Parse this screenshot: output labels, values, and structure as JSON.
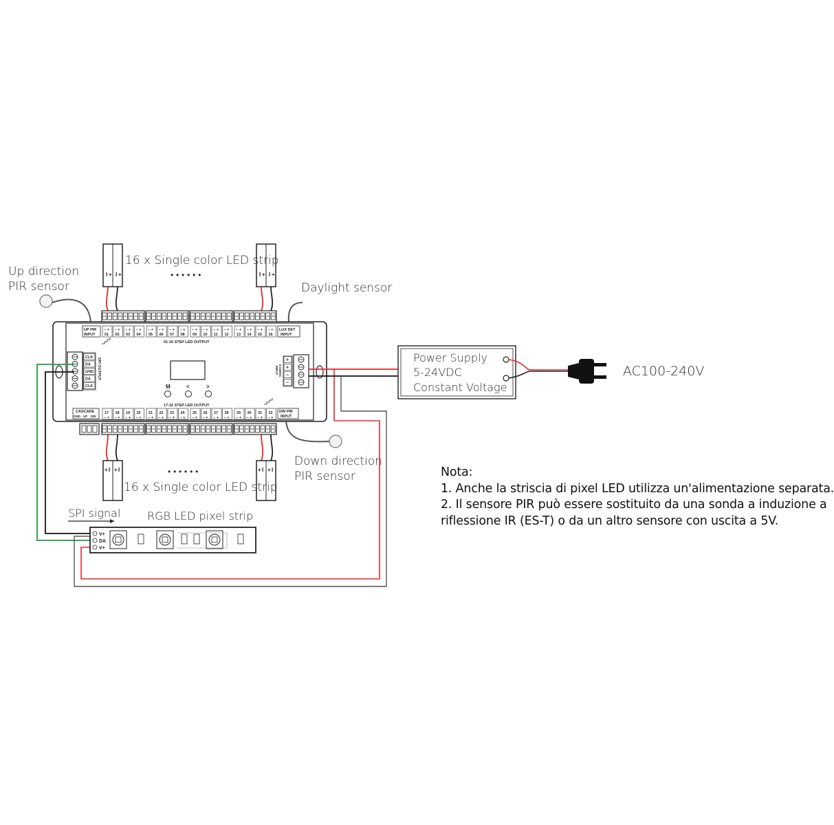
{
  "labels": {
    "up_pir": [
      "Up direction",
      "PIR sensor"
    ],
    "down_pir": [
      "Down direction",
      "PIR sensor"
    ],
    "daylight": "Daylight sensor",
    "strip_top": "16 x Single color LED strip",
    "strip_bottom": "16 x Single color LED strip",
    "dots": "• • • • • •",
    "spi_signal": "SPI signal",
    "pixel_strip": "RGB LED pixel strip",
    "ac": "AC100-240V"
  },
  "power_supply": [
    "Power Supply",
    "5-24VDC",
    "Constant Voltage"
  ],
  "controller": {
    "up_pir_input": [
      "UP PIR",
      "INPUT"
    ],
    "lux_det_input": [
      "LUX DET",
      "INPUT"
    ],
    "dw_pir_input": [
      "DW PIR",
      "INPUT"
    ],
    "top_output": "01-16 STEP LED OUTPUT",
    "bottom_output": "17-32 STEP LED OUTPUT",
    "cascade": "CASCADE",
    "cascade_cols": [
      "GND",
      "UP",
      "DW"
    ],
    "spi_output": "SPI OUTPUT",
    "spi_pins": [
      "CLK",
      "DA",
      "GND",
      "DA",
      "CLK"
    ],
    "input_label": [
      "INPUT",
      "5-24VDC"
    ],
    "input_pins": [
      "+",
      "+",
      "−",
      "−"
    ],
    "buttons": [
      "M",
      "<",
      ">"
    ],
    "channels_top": [
      "01",
      "02",
      "03",
      "04",
      "05",
      "06",
      "07",
      "08",
      "09",
      "10",
      "11",
      "12",
      "13",
      "14",
      "15",
      "16"
    ],
    "channels_bottom": [
      "17",
      "18",
      "19",
      "20",
      "21",
      "22",
      "23",
      "24",
      "25",
      "26",
      "27",
      "28",
      "29",
      "30",
      "31",
      "32"
    ],
    "strip_pins": [
      "V+",
      "DA",
      "V+"
    ],
    "strip_pin_marks": [
      "I",
      "+"
    ]
  },
  "note": {
    "title": "Nota:",
    "lines": [
      "1. Anche la striscia di pixel LED utilizza un'alimentazione separata.",
      "2. Il sensore PIR può essere sostituito da una sonda a induzione a",
      "riflessione IR (ES-T) o da un altro sensore con uscita a 5V."
    ]
  },
  "colors": {
    "red_wire": "#e8262b",
    "green_wire": "#1f9a3c",
    "black_wire": "#111111",
    "grey_wire": "#555555"
  }
}
